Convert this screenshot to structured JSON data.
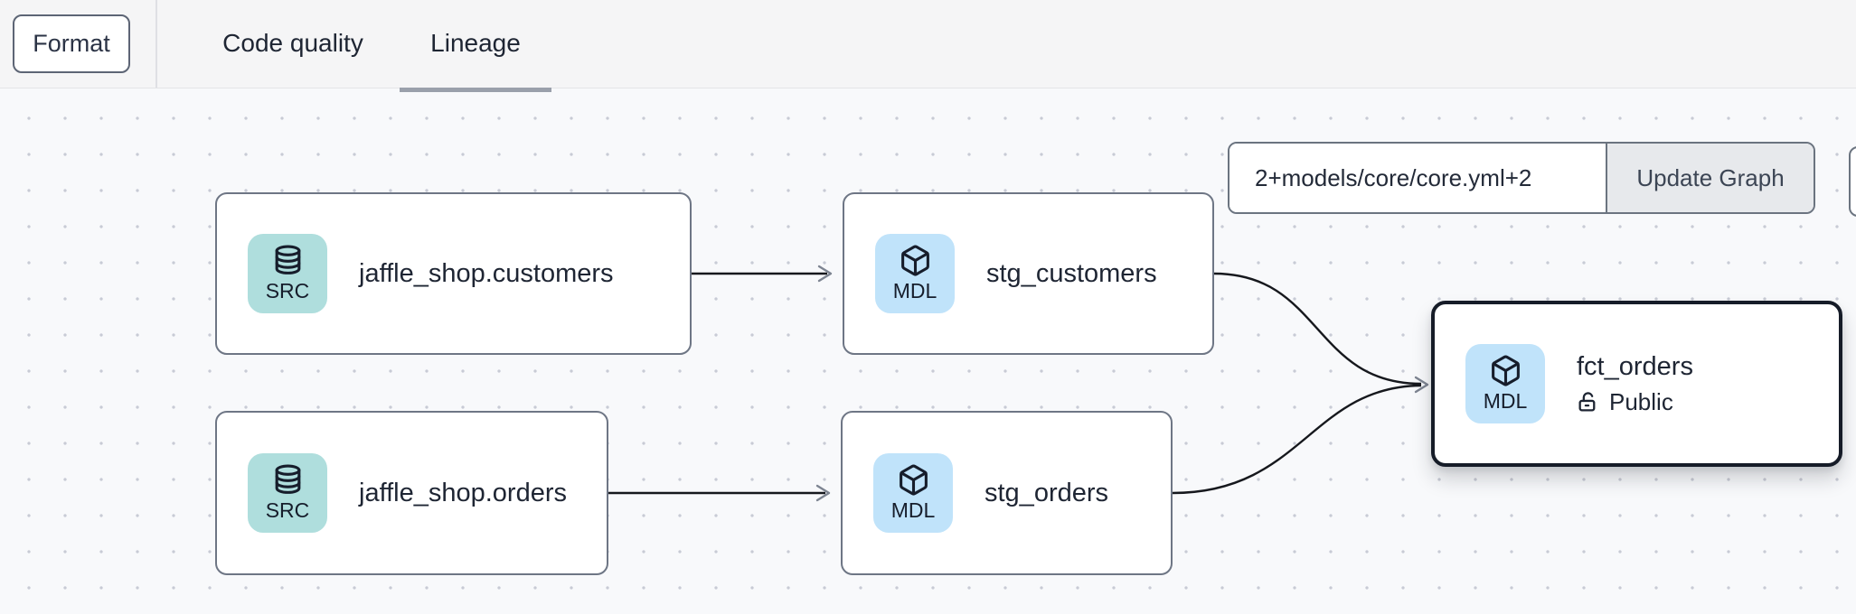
{
  "header": {
    "format_button": "Format",
    "tabs": [
      {
        "label": "Code quality",
        "active": false
      },
      {
        "label": "Lineage",
        "active": true
      }
    ]
  },
  "lineage_controls": {
    "selector_input_value": "2+models/core/core.yml+2",
    "update_button": "Update Graph"
  },
  "graph": {
    "nodes": [
      {
        "id": "jaffle_shop.customers",
        "badge": "SRC",
        "kind": "source",
        "icon": "database-icon",
        "label": "jaffle_shop.customers",
        "selected": false
      },
      {
        "id": "stg_customers",
        "badge": "MDL",
        "kind": "model",
        "icon": "cube-icon",
        "label": "stg_customers",
        "selected": false
      },
      {
        "id": "jaffle_shop.orders",
        "badge": "SRC",
        "kind": "source",
        "icon": "database-icon",
        "label": "jaffle_shop.orders",
        "selected": false
      },
      {
        "id": "stg_orders",
        "badge": "MDL",
        "kind": "model",
        "icon": "cube-icon",
        "label": "stg_orders",
        "selected": false
      },
      {
        "id": "fct_orders",
        "badge": "MDL",
        "kind": "model",
        "icon": "cube-icon",
        "label": "fct_orders",
        "access": "Public",
        "access_icon": "lock-open-icon",
        "selected": true
      }
    ],
    "edges": [
      {
        "from": "jaffle_shop.customers",
        "to": "stg_customers"
      },
      {
        "from": "jaffle_shop.orders",
        "to": "stg_orders"
      },
      {
        "from": "stg_customers",
        "to": "fct_orders"
      },
      {
        "from": "stg_orders",
        "to": "fct_orders"
      }
    ]
  },
  "colors": {
    "topbar_bg": "#f5f5f6",
    "canvas_bg": "#f8f9fb",
    "dot_grid": "#c8cbd5",
    "source_badge_bg": "#afdedd",
    "model_badge_bg": "#c0e3fa",
    "node_border": "#6e7685",
    "selected_node_border": "#161c28",
    "edge": "#16181d",
    "arrowhead": "#7d8491",
    "active_tab_underline": "#9aa0ab"
  }
}
